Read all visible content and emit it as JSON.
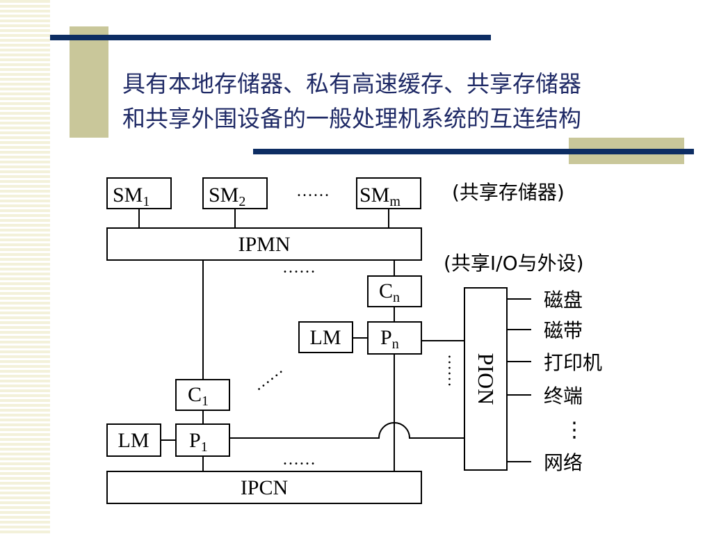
{
  "title": {
    "line1": "具有本地存储器、私有高速缓存、共享存储器",
    "line2": "和共享外围设备的一般处理机系统的互连结构"
  },
  "colors": {
    "accent": "#c9c79a",
    "rule": "#0d2d63",
    "title": "#1f2a66",
    "stripe": "#f3f1da"
  },
  "diagram": {
    "shared_memory": [
      {
        "base": "SM",
        "sub": "1"
      },
      {
        "base": "SM",
        "sub": "2"
      },
      {
        "base": "SM",
        "sub": "m"
      }
    ],
    "sm_ellipsis": "……",
    "shared_memory_note": "(共享存储器)",
    "ipmn": "IPMN",
    "ipmn_ellipsis": "……",
    "shared_io_note": "(共享I/O与外设)",
    "cache_n": {
      "base": "C",
      "sub": "n"
    },
    "proc_n": {
      "base": "P",
      "sub": "n"
    },
    "lm_n": "LM",
    "cache_1": {
      "base": "C",
      "sub": "1"
    },
    "proc_1": {
      "base": "P",
      "sub": "1"
    },
    "lm_1": "LM",
    "diag_ellipsis": "……",
    "pion": "PION",
    "pion_ellipsis": "……",
    "ipcn": "IPCN",
    "ipcn_ellipsis": "……",
    "devices": [
      "磁盘",
      "磁带",
      "打印机",
      "终端",
      "网络"
    ],
    "device_ellipsis": "⋮"
  }
}
